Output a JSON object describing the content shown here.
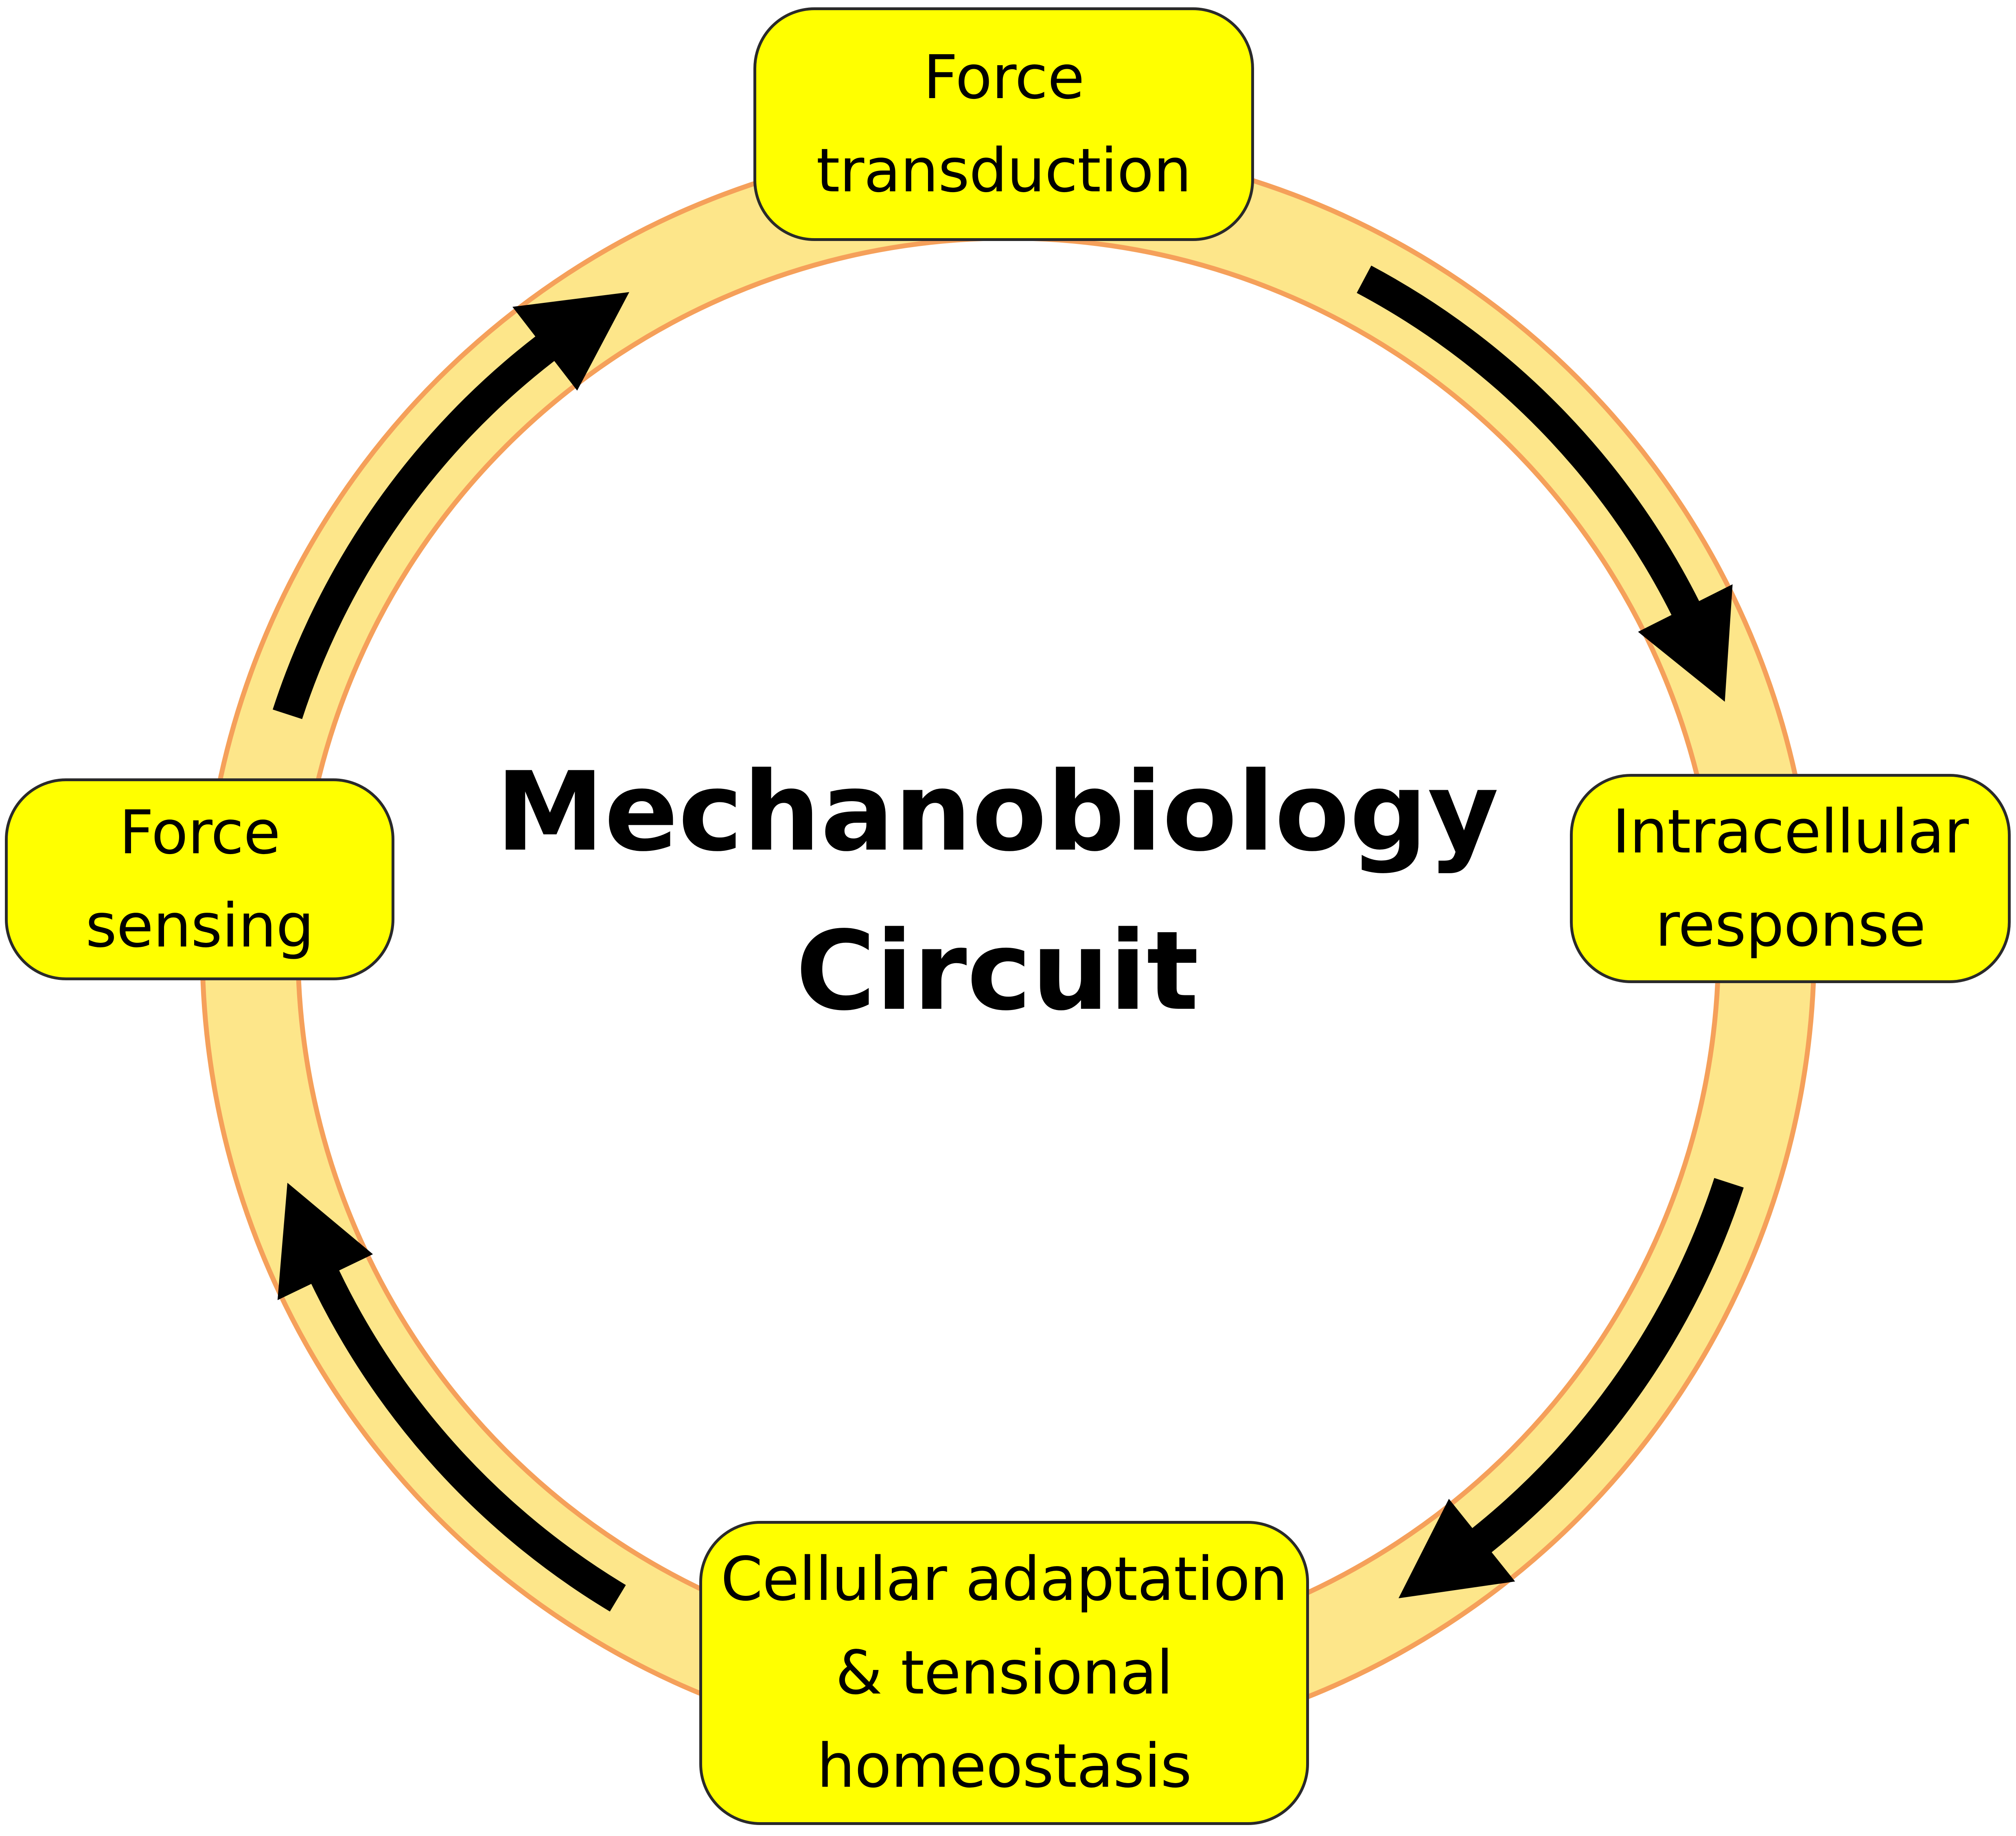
{
  "diagram": {
    "title_line1": "Mechanobiology",
    "title_line2": "Circuit",
    "stages": [
      {
        "line1": "Force",
        "line2": "transduction"
      },
      {
        "line1": "Intracellular",
        "line2": "response"
      },
      {
        "line1": "Cellular adaptation",
        "line2": "& tensional",
        "line3": "homeostasis"
      },
      {
        "line1": "Force",
        "line2": "sensing"
      }
    ],
    "cycle_direction": "clockwise",
    "colors": {
      "ring_fill": "#fde68a",
      "ring_stroke": "#f5a05a",
      "box_fill": "#ffff00",
      "box_border": "#2a2a2a",
      "arrow": "#000000",
      "text": "#000000"
    }
  }
}
